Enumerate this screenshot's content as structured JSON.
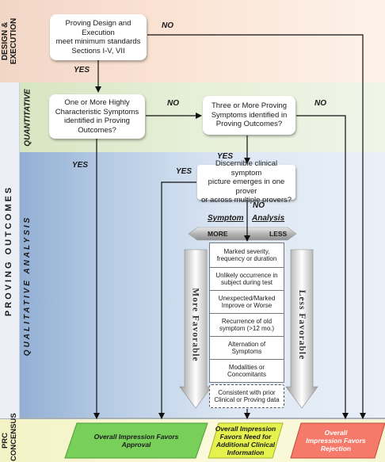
{
  "colors": {
    "design_band": "#fbe3d4",
    "quantitative_band": "#e3edd3",
    "qualitative_band": "#dfe8f4",
    "consensus_band": "#fbfbd8",
    "approval": "#78d05a",
    "additional_info": "#e5f24e",
    "rejection": "#f57a6a"
  },
  "sections": {
    "design": "DESIGN & EXECUTION",
    "proving_outcomes": "PROVING OUTCOMES",
    "quantitative": "QUANTITATIVE",
    "qualitative": "QUALITATIVE ANALYSIS",
    "consensus": "PRC CONCENSUS"
  },
  "nodes": {
    "design_standards": [
      "Proving Design and Execution",
      "meet minimum standards",
      "Sections I-V, VII"
    ],
    "highly_characteristic": [
      "One or More Highly",
      "Characteristic Symptoms",
      "identified in Proving",
      "Outcomes?"
    ],
    "three_or_more": [
      "Three or More Proving",
      "Symptoms identified in",
      "Proving Outcomes?"
    ],
    "clinical_picture": [
      "Discernible clinical symptom",
      "picture emerges in one prover",
      "or across multiple provers?"
    ]
  },
  "edge_labels": {
    "no_design": "NO",
    "yes_design": "YES",
    "no_highly": "NO",
    "no_three": "NO",
    "yes_highly": "YES",
    "yes_three": "YES",
    "yes_clinical": "YES",
    "no_clinical": "NO"
  },
  "symptom_analysis": {
    "left": "Symptom",
    "right": "Analysis",
    "more": "MORE",
    "less": "LESS",
    "more_favorable": "More Favorable",
    "less_favorable": "Less Favorable",
    "criteria": [
      [
        "Marked severity,",
        "frequency or duration"
      ],
      [
        "Unlikely occurrence in",
        "subject during test"
      ],
      [
        "Unexpected/Marked",
        "Improve or Worse"
      ],
      [
        "Recurrence of old",
        "symptom (>12 mo.)"
      ],
      [
        "Alternation of",
        "Symptoms"
      ],
      [
        "Modalities or",
        "Concomitants"
      ],
      [
        "Consistent with prior",
        "Clinical or Proving data"
      ]
    ]
  },
  "outcomes": {
    "approval": [
      "Overall Impression Favors",
      "Approval"
    ],
    "additional_info": [
      "Overall Impression",
      "Favors Need for",
      "Additional Clinical",
      "Information"
    ],
    "rejection": [
      "Overall",
      "Impression Favors",
      "Rejection"
    ]
  }
}
